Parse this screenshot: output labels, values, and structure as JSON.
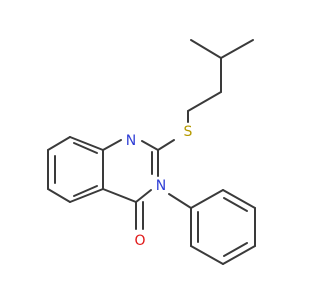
{
  "molecule": {
    "colors": {
      "bond": "#3a3a3a",
      "nitrogen": "#2f3ed6",
      "sulfur": "#b59a00",
      "oxygen": "#e01818",
      "background": "#ffffff"
    },
    "atoms": {
      "n1": "N",
      "n3": "N",
      "s": "S",
      "o": "O"
    }
  }
}
